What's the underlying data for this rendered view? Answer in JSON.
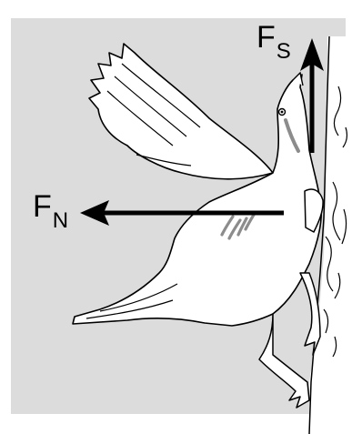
{
  "labels": {
    "fs_main": "F",
    "fs_sub": "S",
    "fn_main": "F",
    "fn_sub": "N"
  },
  "colors": {
    "background_panel": "#dcdcdc",
    "bird_fill": "#ffffff",
    "outline": "#000000",
    "arrow": "#000000",
    "feather_marks": "#8c8c8c"
  }
}
